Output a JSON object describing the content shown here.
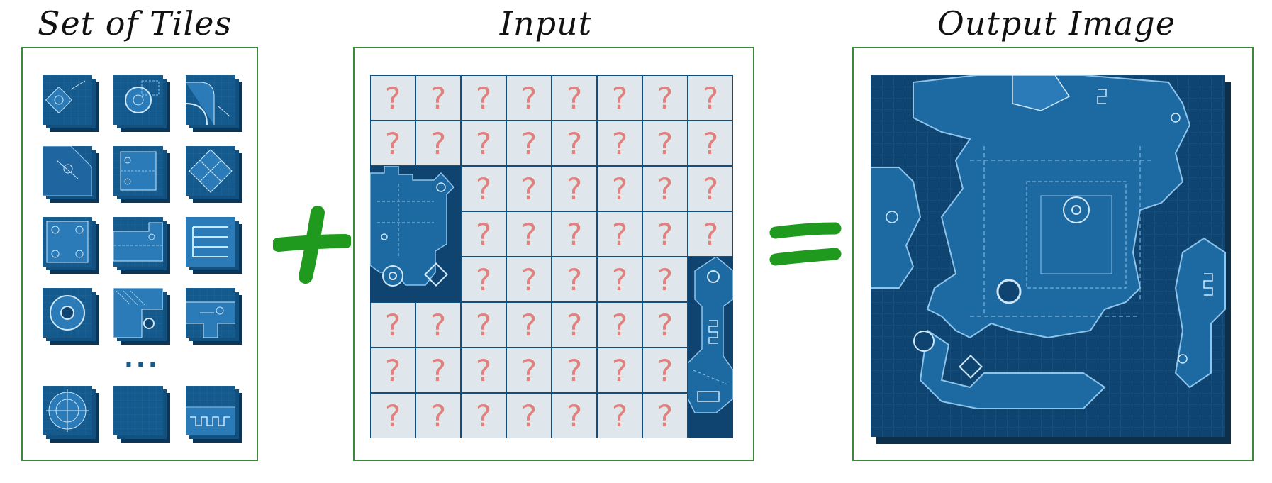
{
  "titles": {
    "tiles": "Set of Tiles",
    "input": "Input",
    "output": "Output Image"
  },
  "operators": {
    "plus": "+",
    "equals": "="
  },
  "tiles_panel": {
    "ellipsis": "...",
    "tile_icons": [
      "tile-arrow-corner-icon",
      "tile-round-gear-icon",
      "tile-curve-corner-icon",
      "tile-diagonal-joint-icon",
      "tile-bracket-plate-icon",
      "tile-cross-diagonal-icon",
      "tile-square-plate-icon",
      "tile-dashed-panel-icon",
      "tile-comb-edge-icon",
      "tile-big-circle-icon",
      "tile-hatched-corner-icon",
      "tile-t-junction-icon",
      "tile-target-circle-icon",
      "tile-blank-icon",
      "tile-zigzag-edge-icon"
    ]
  },
  "input_grid": {
    "rows": 8,
    "cols": 8,
    "placeholder": "?",
    "filled_cells": [
      [
        2,
        0
      ],
      [
        2,
        1
      ],
      [
        3,
        0
      ],
      [
        3,
        1
      ],
      [
        4,
        0
      ],
      [
        4,
        1
      ],
      [
        4,
        7
      ],
      [
        5,
        7
      ],
      [
        6,
        7
      ],
      [
        7,
        7
      ]
    ]
  },
  "colors": {
    "frame": "#3b8a3b",
    "operator": "#1f9a1f",
    "blueprint": "#145a8c",
    "unknown_cell": "#dfe6ec",
    "question_mark": "#e2807c"
  }
}
